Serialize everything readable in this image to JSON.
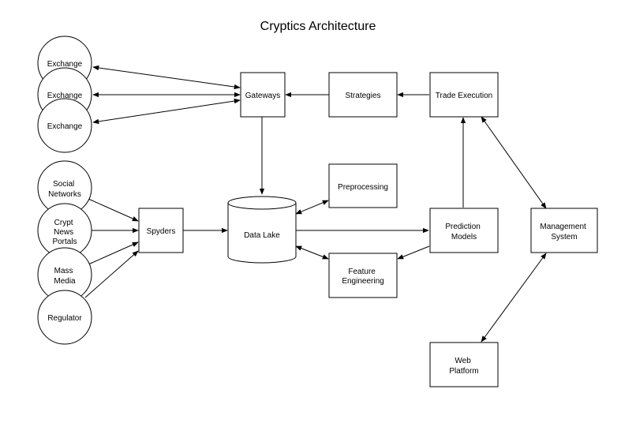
{
  "title": "Cryptics Architecture",
  "nodes": {
    "exchange_1": "Exchange",
    "exchange_2": "Exchange",
    "exchange_3": "Exchange",
    "social_networks": [
      "Social",
      "Networks"
    ],
    "crypt_news_portals": [
      "Crypt",
      "News",
      "Portals"
    ],
    "mass_media": [
      "Mass",
      "Media"
    ],
    "regulator": "Regulator",
    "gateways": "Gateways",
    "strategies": "Strategies",
    "trade_execution": "Trade Execution",
    "spyders": "Spyders",
    "data_lake": "Data Lake",
    "preprocessing": "Preprocessing",
    "feature_engineering": [
      "Feature",
      "Engineering"
    ],
    "prediction_models": [
      "Prediction",
      "Models"
    ],
    "management_system": [
      "Management",
      "System"
    ],
    "web_platform": [
      "Web",
      "Platform"
    ]
  },
  "colors": {
    "stroke": "#000000",
    "fill": "#ffffff",
    "text": "#000000"
  }
}
